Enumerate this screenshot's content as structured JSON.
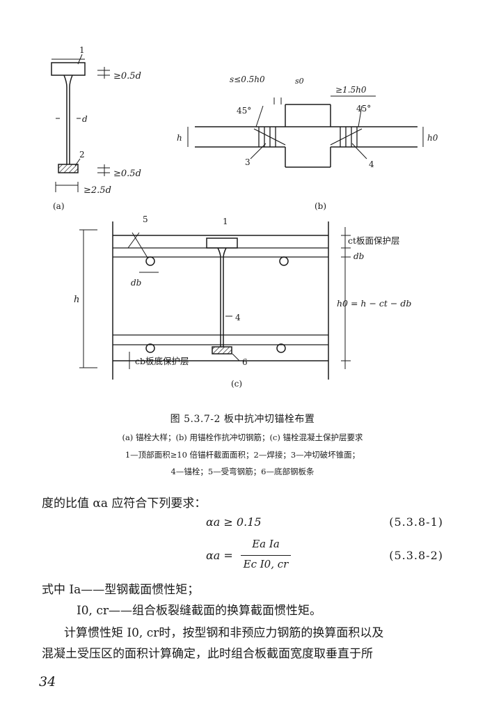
{
  "figure": {
    "panel_a": {
      "label": "(a)",
      "dims": {
        "head": "≥0.5d",
        "foot": "≥0.5d",
        "width": "≥2.5d",
        "shank": "d"
      },
      "callouts": [
        "1",
        "2"
      ]
    },
    "panel_b": {
      "label": "(b)",
      "dims": {
        "s": "s≤0.5h0",
        "s0": "s0",
        "dist": "≥1.5h0",
        "h": "h",
        "h0": "h0"
      },
      "angles": [
        "45°",
        "45°"
      ],
      "callouts": [
        "3",
        "4"
      ]
    },
    "panel_c": {
      "label": "(c)",
      "callouts": [
        "5",
        "1",
        "4",
        "6"
      ],
      "top_cover": "ct板面保护层",
      "db_right": "db",
      "db_left": "db",
      "h": "h",
      "h0_formula": "h0 = h − ct − db",
      "bottom_cover": "cb板底保护层"
    },
    "title": "图 5.3.7-2  板中抗冲切锚栓布置",
    "caption_lines": [
      "(a) 锚栓大样；(b) 用锚栓作抗冲切钢筋；(c) 锚栓混凝土保护层要求",
      "1—顶部面积≥10 倍锚杆截面面积；2—焊接；3—冲切破坏锥面；",
      "4—锚栓；5—受弯钢筋；6—底部钢板条"
    ]
  },
  "body": {
    "intro": "度的比值 αa 应符合下列要求：",
    "eq1": {
      "expr": "αa ≥ 0.15",
      "number": "(5.3.8-1)"
    },
    "eq2": {
      "lhs": "αa =",
      "numerator": "Ea Ia",
      "denominator": "Ec I0, cr",
      "number": "(5.3.8-2)"
    },
    "def1": "式中   Ia——型钢截面惯性矩；",
    "def2": "I0, cr——组合板裂缝截面的换算截面惯性矩。",
    "para_line1": "计算惯性矩 I0, cr时，按型钢和非预应力钢筋的换算面积以及",
    "para_line2": "混凝土受压区的面积计算确定，此时组合板截面宽度取垂直于所"
  },
  "page_number": "34"
}
